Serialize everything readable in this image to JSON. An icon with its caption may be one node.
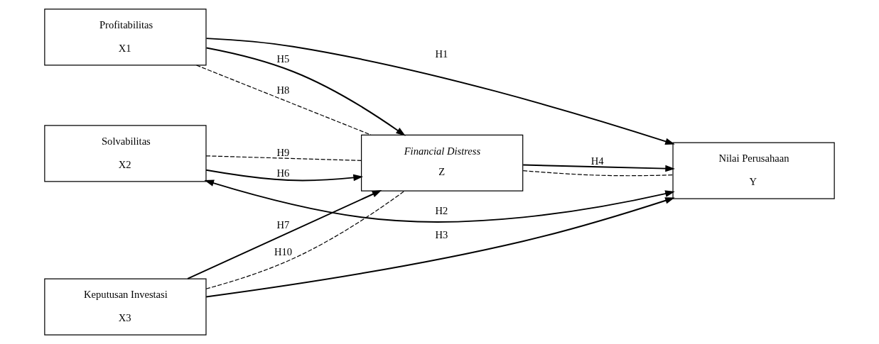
{
  "diagram": {
    "nodes": [
      {
        "text": [
          "Profitabilitas",
          "X1"
        ]
      },
      {
        "text": [
          "Solvabilitas",
          "X2"
        ]
      },
      {
        "text": [
          "Keputusan Investasi",
          "X3"
        ]
      },
      {
        "text": [
          "Financial Distress",
          "Z"
        ]
      },
      {
        "text": [
          "Nilai Perusahaan",
          "Y"
        ]
      }
    ],
    "edges": [
      {
        "from": 0,
        "to": 4,
        "arrow": "to",
        "label": "H1"
      },
      {
        "from": 1,
        "to": 4,
        "arrow": "both",
        "label": "H2"
      },
      {
        "from": 2,
        "to": 4,
        "arrow": "to",
        "label": "H3"
      },
      {
        "from": 3,
        "to": 4,
        "arrow": "to",
        "label": "H4"
      },
      {
        "from": 0,
        "to": 3,
        "arrow": "to",
        "label": "H5"
      },
      {
        "from": 1,
        "to": 3,
        "arrow": "to",
        "label": "H6"
      },
      {
        "from": 2,
        "to": 3,
        "arrow": "to",
        "label": "H7"
      },
      {
        "from": 0,
        "to": 3,
        "arrow": "none",
        "label": "H8",
        "style": "dashed"
      },
      {
        "from": 1,
        "to": 3,
        "arrow": "none",
        "label": "H9",
        "style": "dashed"
      },
      {
        "from": 2,
        "to": 3,
        "arrow": "none",
        "label": "H10",
        "style": "dashed"
      },
      {
        "from": 3,
        "to": 4,
        "arrow": "none",
        "style": "dashed"
      }
    ]
  }
}
